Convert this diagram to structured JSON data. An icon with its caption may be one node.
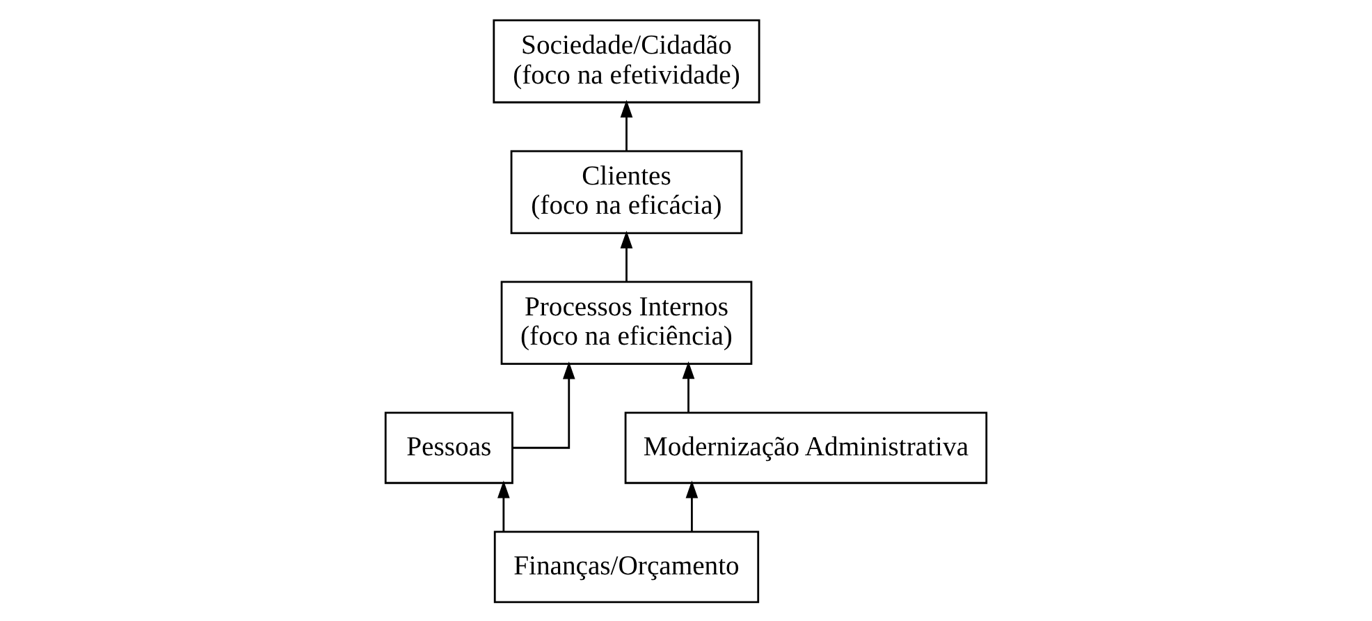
{
  "diagram": {
    "nodes": [
      {
        "text": [
          "Sociedade/Cidadão",
          "(foco na efetividade)"
        ]
      },
      {
        "text": [
          "Clientes",
          "(foco na eficácia)"
        ]
      },
      {
        "text": [
          "Processos Internos",
          "(foco na eficiência)"
        ]
      },
      {
        "text": [
          "Pessoas"
        ]
      },
      {
        "text": [
          "Modernização Administrativa"
        ]
      },
      {
        "text": [
          "Finanças/Orçamento"
        ]
      }
    ],
    "edges": [
      {
        "from": 1,
        "to": 0,
        "arrow": "to"
      },
      {
        "from": 2,
        "to": 1,
        "arrow": "to"
      },
      {
        "from": 3,
        "to": 2,
        "arrow": "to"
      },
      {
        "from": 4,
        "to": 2,
        "arrow": "to"
      },
      {
        "from": 5,
        "to": 3,
        "arrow": "to"
      },
      {
        "from": 5,
        "to": 4,
        "arrow": "to"
      }
    ]
  }
}
